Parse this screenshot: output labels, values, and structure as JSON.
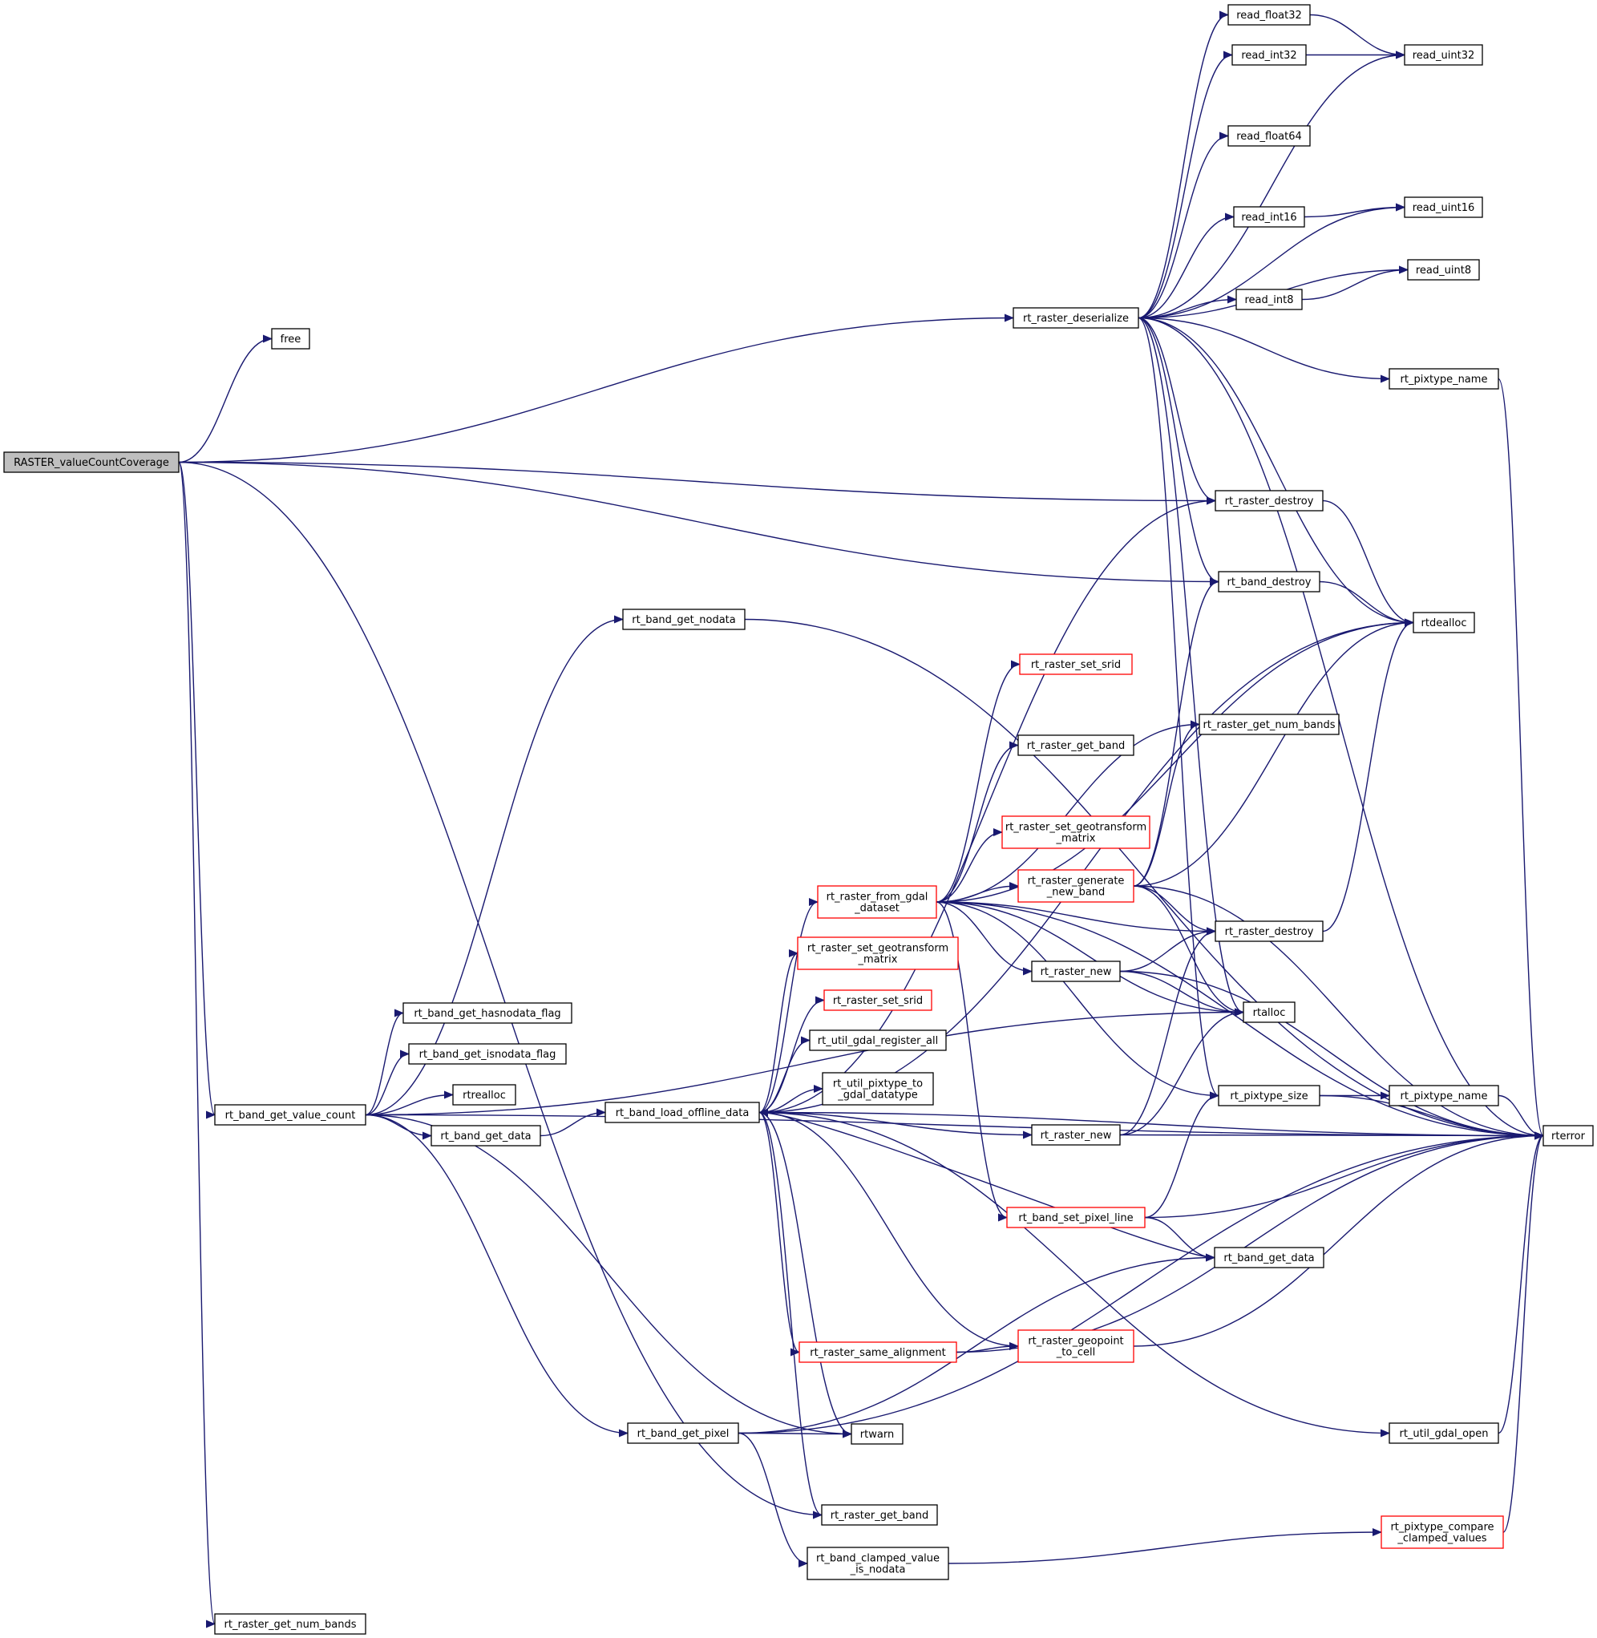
{
  "graph": {
    "colors": {
      "edge": "#191970",
      "node_border": "#000000",
      "truncated_node_border": "#ff0000",
      "root_fill": "#bfbfbf",
      "node_fill": "#ffffff"
    },
    "arrowhead_icon": "filled-triangle",
    "nodes": [
      {
        "id": "root",
        "label": "RASTER_valueCountCoverage",
        "style": "root"
      },
      {
        "id": "free",
        "label": "free"
      },
      {
        "id": "rt_raster_deserialize",
        "label": "rt_raster_deserialize"
      },
      {
        "id": "read_float32",
        "label": "read_float32"
      },
      {
        "id": "read_int32",
        "label": "read_int32"
      },
      {
        "id": "read_uint32",
        "label": "read_uint32"
      },
      {
        "id": "read_float64",
        "label": "read_float64"
      },
      {
        "id": "read_int16",
        "label": "read_int16"
      },
      {
        "id": "read_uint16",
        "label": "read_uint16"
      },
      {
        "id": "read_uint8",
        "label": "read_uint8"
      },
      {
        "id": "read_int8",
        "label": "read_int8"
      },
      {
        "id": "rt_pixtype_name_a",
        "label": "rt_pixtype_name"
      },
      {
        "id": "rt_raster_destroy_a",
        "label": "rt_raster_destroy"
      },
      {
        "id": "rt_band_destroy",
        "label": "rt_band_destroy"
      },
      {
        "id": "rtdealloc",
        "label": "rtdealloc"
      },
      {
        "id": "rt_band_get_nodata",
        "label": "rt_band_get_nodata"
      },
      {
        "id": "rt_raster_set_srid_a",
        "label": "rt_raster_set_srid",
        "style": "red"
      },
      {
        "id": "rt_raster_get_num_bands_a",
        "label": "rt_raster_get_num_bands"
      },
      {
        "id": "rt_raster_get_band_a",
        "label": "rt_raster_get_band"
      },
      {
        "id": "rt_raster_set_geotransform_matrix_a",
        "label": "rt_raster_set_geotransform\n_matrix",
        "style": "red"
      },
      {
        "id": "rt_raster_generate_new_band",
        "label": "rt_raster_generate\n_new_band",
        "style": "red"
      },
      {
        "id": "rt_raster_from_gdal_dataset",
        "label": "rt_raster_from_gdal\n_dataset",
        "style": "red"
      },
      {
        "id": "rt_raster_destroy_b",
        "label": "rt_raster_destroy"
      },
      {
        "id": "rt_raster_set_geotransform_matrix_b",
        "label": "rt_raster_set_geotransform\n_matrix",
        "style": "red"
      },
      {
        "id": "rt_raster_new_a",
        "label": "rt_raster_new"
      },
      {
        "id": "rtalloc",
        "label": "rtalloc"
      },
      {
        "id": "rt_raster_set_srid_b",
        "label": "rt_raster_set_srid",
        "style": "red"
      },
      {
        "id": "rt_band_get_hasnodata_flag",
        "label": "rt_band_get_hasnodata_flag"
      },
      {
        "id": "rt_util_gdal_register_all",
        "label": "rt_util_gdal_register_all"
      },
      {
        "id": "rt_band_get_isnodata_flag",
        "label": "rt_band_get_isnodata_flag"
      },
      {
        "id": "rt_util_pixtype_to_gdal_datatype",
        "label": "rt_util_pixtype_to\n_gdal_datatype"
      },
      {
        "id": "rtrealloc",
        "label": "rtrealloc"
      },
      {
        "id": "rt_pixtype_size",
        "label": "rt_pixtype_size"
      },
      {
        "id": "rt_pixtype_name_b",
        "label": "rt_pixtype_name"
      },
      {
        "id": "rt_band_load_offline_data",
        "label": "rt_band_load_offline_data"
      },
      {
        "id": "rt_band_get_value_count",
        "label": "rt_band_get_value_count"
      },
      {
        "id": "rt_band_get_data_a",
        "label": "rt_band_get_data"
      },
      {
        "id": "rt_raster_new_b",
        "label": "rt_raster_new"
      },
      {
        "id": "rterror",
        "label": "rterror"
      },
      {
        "id": "rt_band_set_pixel_line",
        "label": "rt_band_set_pixel_line",
        "style": "red"
      },
      {
        "id": "rt_band_get_data_b",
        "label": "rt_band_get_data"
      },
      {
        "id": "rt_raster_same_alignment",
        "label": "rt_raster_same_alignment",
        "style": "red"
      },
      {
        "id": "rt_raster_geopoint_to_cell",
        "label": "rt_raster_geopoint\n_to_cell",
        "style": "red"
      },
      {
        "id": "rt_band_get_pixel",
        "label": "rt_band_get_pixel"
      },
      {
        "id": "rtwarn",
        "label": "rtwarn"
      },
      {
        "id": "rt_util_gdal_open",
        "label": "rt_util_gdal_open"
      },
      {
        "id": "rt_raster_get_band_b",
        "label": "rt_raster_get_band"
      },
      {
        "id": "rt_pixtype_compare_clamped_values",
        "label": "rt_pixtype_compare\n_clamped_values",
        "style": "red"
      },
      {
        "id": "rt_band_clamped_value_is_nodata",
        "label": "rt_band_clamped_value\n_is_nodata"
      },
      {
        "id": "rt_raster_get_num_bands_b",
        "label": "rt_raster_get_num_bands"
      }
    ],
    "edges": [
      [
        "root",
        "free"
      ],
      [
        "root",
        "rt_raster_deserialize"
      ],
      [
        "root",
        "rt_raster_destroy_a"
      ],
      [
        "root",
        "rt_band_destroy"
      ],
      [
        "root",
        "rt_band_get_value_count"
      ],
      [
        "root",
        "rt_raster_get_band_b"
      ],
      [
        "root",
        "rt_raster_get_num_bands_b"
      ],
      [
        "rt_raster_deserialize",
        "read_float32"
      ],
      [
        "rt_raster_deserialize",
        "read_int32"
      ],
      [
        "rt_raster_deserialize",
        "read_uint32"
      ],
      [
        "rt_raster_deserialize",
        "read_float64"
      ],
      [
        "rt_raster_deserialize",
        "read_uint16"
      ],
      [
        "rt_raster_deserialize",
        "read_int16"
      ],
      [
        "rt_raster_deserialize",
        "read_uint8"
      ],
      [
        "rt_raster_deserialize",
        "read_int8"
      ],
      [
        "rt_raster_deserialize",
        "rterror"
      ],
      [
        "rt_raster_deserialize",
        "rt_pixtype_name_a"
      ],
      [
        "rt_raster_deserialize",
        "rt_raster_destroy_a"
      ],
      [
        "rt_raster_deserialize",
        "rt_band_destroy"
      ],
      [
        "rt_raster_deserialize",
        "rtdealloc"
      ],
      [
        "rt_raster_deserialize",
        "rtalloc"
      ],
      [
        "rt_raster_deserialize",
        "rt_pixtype_size"
      ],
      [
        "read_float32",
        "read_uint32"
      ],
      [
        "read_int32",
        "read_uint32"
      ],
      [
        "read_int16",
        "read_uint16"
      ],
      [
        "read_int8",
        "read_uint8"
      ],
      [
        "rt_pixtype_name_a",
        "rterror"
      ],
      [
        "rt_raster_destroy_a",
        "rtdealloc"
      ],
      [
        "rt_band_destroy",
        "rtdealloc"
      ],
      [
        "rt_band_get_nodata",
        "rterror"
      ],
      [
        "rt_raster_generate_new_band",
        "rt_raster_get_num_bands_a"
      ],
      [
        "rt_raster_generate_new_band",
        "rt_band_destroy"
      ],
      [
        "rt_raster_generate_new_band",
        "rtdealloc"
      ],
      [
        "rt_raster_generate_new_band",
        "rt_raster_destroy_b"
      ],
      [
        "rt_raster_generate_new_band",
        "rtalloc"
      ],
      [
        "rt_raster_generate_new_band",
        "rterror"
      ],
      [
        "rt_raster_from_gdal_dataset",
        "rt_raster_set_srid_a"
      ],
      [
        "rt_raster_from_gdal_dataset",
        "rt_raster_get_num_bands_a"
      ],
      [
        "rt_raster_from_gdal_dataset",
        "rt_raster_get_band_a"
      ],
      [
        "rt_raster_from_gdal_dataset",
        "rtdealloc"
      ],
      [
        "rt_raster_from_gdal_dataset",
        "rt_raster_set_geotransform_matrix_a"
      ],
      [
        "rt_raster_from_gdal_dataset",
        "rt_raster_generate_new_band"
      ],
      [
        "rt_raster_from_gdal_dataset",
        "rt_raster_destroy_b"
      ],
      [
        "rt_raster_from_gdal_dataset",
        "rt_raster_new_a"
      ],
      [
        "rt_raster_from_gdal_dataset",
        "rtalloc"
      ],
      [
        "rt_raster_from_gdal_dataset",
        "rt_pixtype_size"
      ],
      [
        "rt_raster_from_gdal_dataset",
        "rterror"
      ],
      [
        "rt_raster_from_gdal_dataset",
        "rt_band_set_pixel_line"
      ],
      [
        "rt_raster_destroy_b",
        "rtdealloc"
      ],
      [
        "rt_raster_new_a",
        "rt_raster_destroy_b"
      ],
      [
        "rt_raster_new_a",
        "rtalloc"
      ],
      [
        "rt_raster_new_a",
        "rterror"
      ],
      [
        "rt_pixtype_size",
        "rt_pixtype_name_b"
      ],
      [
        "rt_pixtype_size",
        "rterror"
      ],
      [
        "rt_pixtype_name_b",
        "rterror"
      ],
      [
        "rt_band_get_value_count",
        "rt_band_get_nodata"
      ],
      [
        "rt_band_get_value_count",
        "rt_band_get_hasnodata_flag"
      ],
      [
        "rt_band_get_value_count",
        "rt_band_get_isnodata_flag"
      ],
      [
        "rt_band_get_value_count",
        "rtrealloc"
      ],
      [
        "rt_band_get_value_count",
        "rt_band_get_data_a"
      ],
      [
        "rt_band_get_value_count",
        "rtalloc"
      ],
      [
        "rt_band_get_value_count",
        "rtwarn"
      ],
      [
        "rt_band_get_value_count",
        "rt_band_get_pixel"
      ],
      [
        "rt_band_get_value_count",
        "rterror"
      ],
      [
        "rt_band_get_data_a",
        "rt_band_load_offline_data"
      ],
      [
        "rt_band_load_offline_data",
        "rt_raster_destroy_a"
      ],
      [
        "rt_band_load_offline_data",
        "rterror"
      ],
      [
        "rt_band_load_offline_data",
        "rtdealloc"
      ],
      [
        "rt_band_load_offline_data",
        "rt_raster_from_gdal_dataset"
      ],
      [
        "rt_band_load_offline_data",
        "rt_raster_set_geotransform_matrix_b"
      ],
      [
        "rt_band_load_offline_data",
        "rt_raster_set_srid_b"
      ],
      [
        "rt_band_load_offline_data",
        "rt_util_gdal_register_all"
      ],
      [
        "rt_band_load_offline_data",
        "rt_util_pixtype_to_gdal_datatype"
      ],
      [
        "rt_band_load_offline_data",
        "rt_raster_new_b"
      ],
      [
        "rt_band_load_offline_data",
        "rt_raster_same_alignment"
      ],
      [
        "rt_band_load_offline_data",
        "rt_raster_geopoint_to_cell"
      ],
      [
        "rt_band_load_offline_data",
        "rtwarn"
      ],
      [
        "rt_band_load_offline_data",
        "rt_util_gdal_open"
      ],
      [
        "rt_band_load_offline_data",
        "rt_raster_get_band_b"
      ],
      [
        "rt_raster_new_b",
        "rt_raster_destroy_b"
      ],
      [
        "rt_raster_new_b",
        "rtalloc"
      ],
      [
        "rt_raster_new_b",
        "rterror"
      ],
      [
        "rt_band_set_pixel_line",
        "rt_pixtype_size"
      ],
      [
        "rt_band_set_pixel_line",
        "rterror"
      ],
      [
        "rt_band_set_pixel_line",
        "rt_band_get_data_b"
      ],
      [
        "rt_band_get_data_b",
        "rt_band_load_offline_data"
      ],
      [
        "rt_raster_same_alignment",
        "rt_raster_geopoint_to_cell"
      ],
      [
        "rt_raster_same_alignment",
        "rterror"
      ],
      [
        "rt_raster_geopoint_to_cell",
        "rterror"
      ],
      [
        "rt_band_get_pixel",
        "rt_band_get_data_b"
      ],
      [
        "rt_band_get_pixel",
        "rtwarn"
      ],
      [
        "rt_band_get_pixel",
        "rterror"
      ],
      [
        "rt_band_get_pixel",
        "rt_band_clamped_value_is_nodata"
      ],
      [
        "rt_util_gdal_open",
        "rterror"
      ],
      [
        "rt_band_clamped_value_is_nodata",
        "rt_pixtype_compare_clamped_values"
      ],
      [
        "rt_pixtype_compare_clamped_values",
        "rterror"
      ]
    ]
  }
}
